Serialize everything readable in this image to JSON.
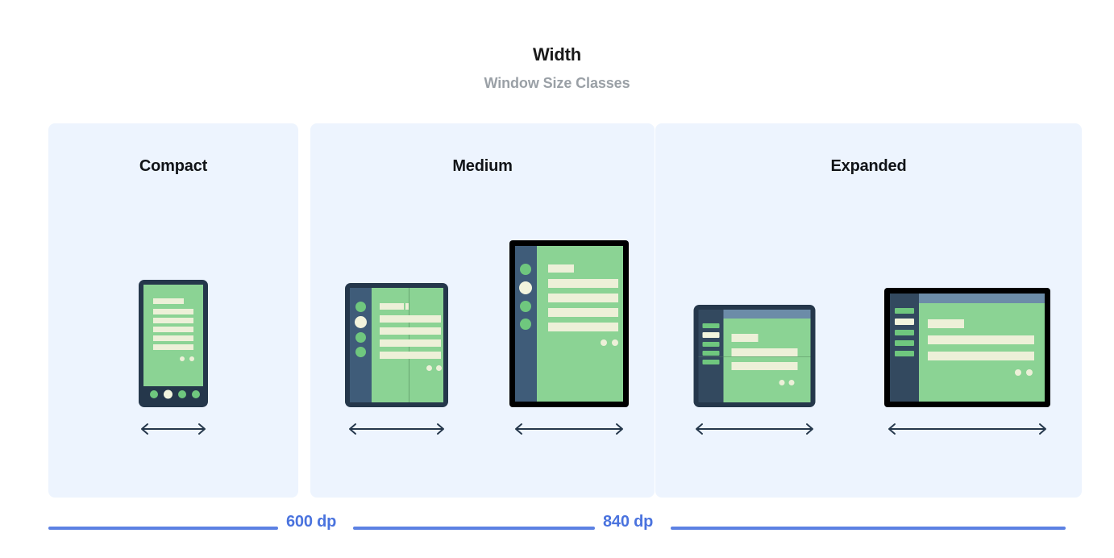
{
  "header": {
    "title": "Width",
    "subtitle": "Window Size Classes"
  },
  "colors": {
    "page_background": "#FFFFFF",
    "panel_background": "#EDF4FE",
    "title_text": "#1A1A1A",
    "subtitle_text": "#9AA0A6",
    "panel_label_text": "#111418",
    "device_frame_navy": "#25374B",
    "device_frame_black": "#000000",
    "screen_green": "#8BD394",
    "content_cream": "#EDF0D8",
    "nav_rail_blue": "#3F5C79",
    "nav_drawer_blue": "#33495F",
    "app_bar_blue_grey": "#6C8CA8",
    "accent_blue": "#5C81E3",
    "arrow_navy": "#25374B"
  },
  "panels": [
    {
      "id": "compact",
      "label": "Compact",
      "devices": [
        {
          "id": "phone-portrait",
          "name": "phone-portrait-device",
          "frame": "navy",
          "orientation": "portrait",
          "navigation": "bottom-bar",
          "nav_items": 4,
          "active_nav_index": 1,
          "content_lines": 6,
          "content_dots": 2,
          "folded": false,
          "app_bar": false,
          "arrow_label": "width-arrow"
        }
      ]
    },
    {
      "id": "medium",
      "label": "Medium",
      "devices": [
        {
          "id": "foldable-portrait",
          "name": "foldable-portrait-device",
          "frame": "navy",
          "orientation": "portrait",
          "navigation": "rail",
          "nav_items": 4,
          "active_nav_index": 1,
          "content_lines": 5,
          "content_dots": 2,
          "folded": true,
          "fold_axis": "vertical",
          "app_bar": false,
          "arrow_label": "width-arrow"
        },
        {
          "id": "tablet-portrait",
          "name": "tablet-portrait-device",
          "frame": "black",
          "orientation": "portrait",
          "navigation": "rail",
          "nav_items": 4,
          "active_nav_index": 1,
          "content_lines": 5,
          "content_dots": 2,
          "folded": false,
          "app_bar": false,
          "arrow_label": "width-arrow"
        }
      ]
    },
    {
      "id": "expanded",
      "label": "Expanded",
      "devices": [
        {
          "id": "foldable-landscape",
          "name": "foldable-landscape-device",
          "frame": "navy",
          "orientation": "landscape",
          "navigation": "drawer",
          "nav_items": 5,
          "active_nav_index": 1,
          "content_lines": 3,
          "content_dots": 2,
          "folded": true,
          "fold_axis": "horizontal",
          "app_bar": true,
          "arrow_label": "width-arrow"
        },
        {
          "id": "tablet-landscape",
          "name": "tablet-landscape-device",
          "frame": "black",
          "orientation": "landscape",
          "navigation": "drawer",
          "nav_items": 5,
          "active_nav_index": 1,
          "content_lines": 3,
          "content_dots": 2,
          "folded": false,
          "app_bar": true,
          "arrow_label": "width-arrow"
        }
      ]
    }
  ],
  "scale": {
    "breakpoints": [
      {
        "id": "bp-600",
        "label": "600 dp"
      },
      {
        "id": "bp-840",
        "label": "840 dp"
      }
    ]
  }
}
